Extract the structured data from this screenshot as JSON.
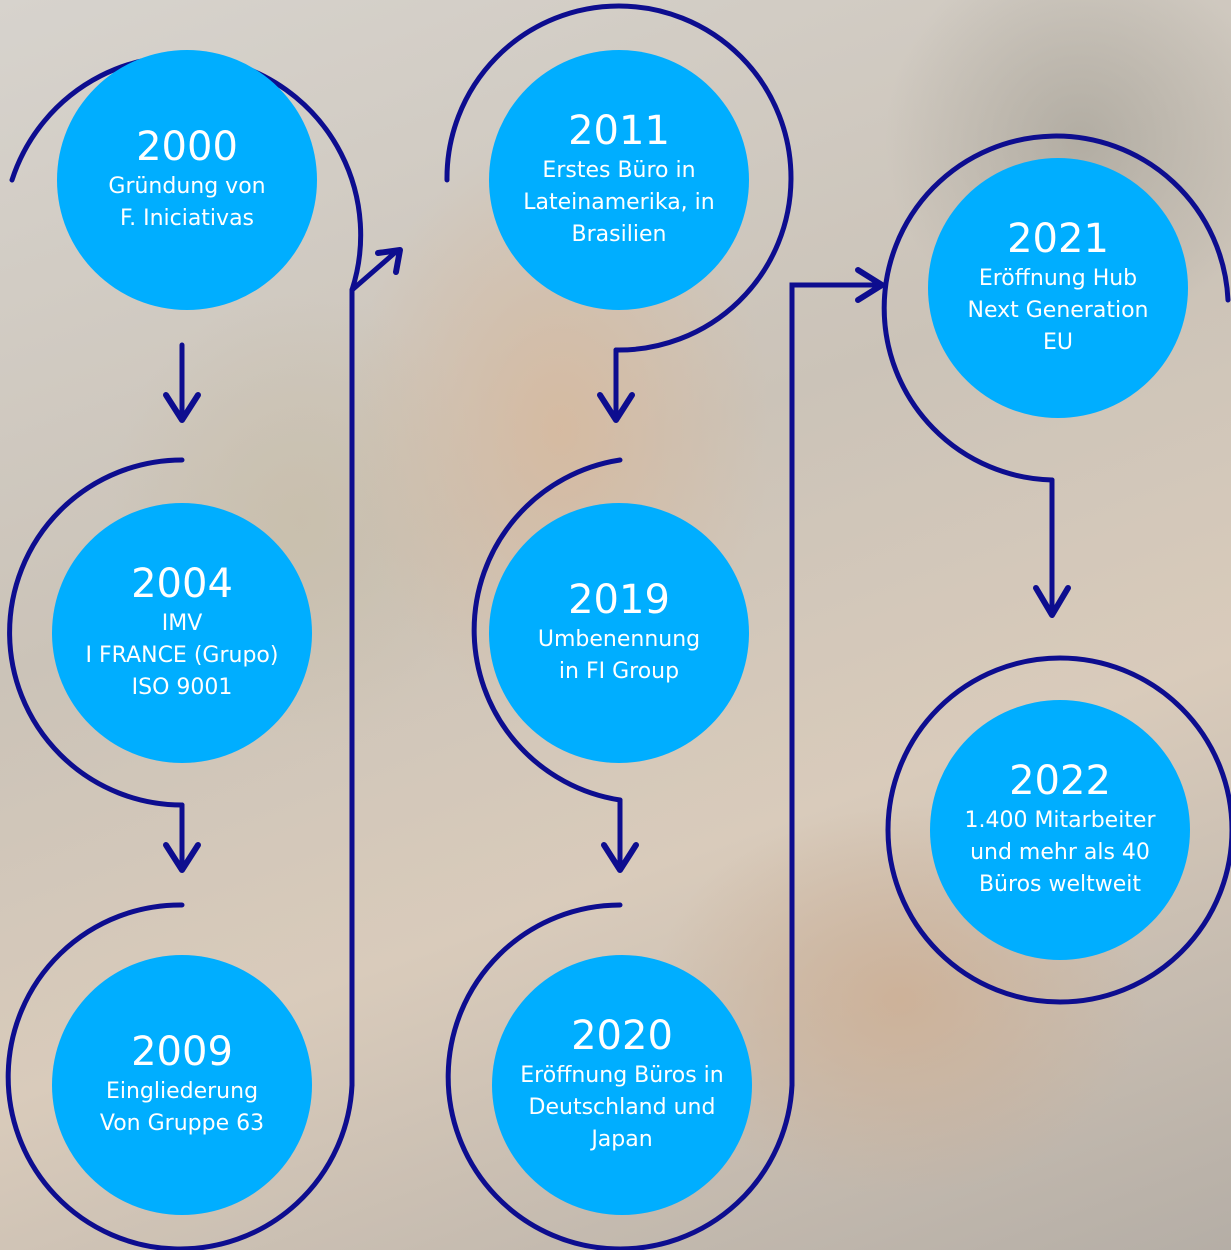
{
  "timeline": {
    "milestones": [
      {
        "year": "2000",
        "text": "Gründung von\nF. Iniciativas"
      },
      {
        "year": "2004",
        "text": "IMV\nI FRANCE (Grupo)\nISO 9001"
      },
      {
        "year": "2009",
        "text": "Eingliederung\nVon Gruppe 63"
      },
      {
        "year": "2011",
        "text": "Erstes Büro in\nLateinamerika, in\nBrasilien"
      },
      {
        "year": "2019",
        "text": "Umbenennung\nin FI Group"
      },
      {
        "year": "2020",
        "text": "Eröffnung Büros in\nDeutschland und\nJapan"
      },
      {
        "year": "2021",
        "text": "Eröffnung Hub\nNext Generation\nEU"
      },
      {
        "year": "2022",
        "text": "1.400 Mitarbeiter\nund mehr als 40\nBüros weltweit"
      }
    ]
  },
  "colors": {
    "circle_fill": "#00aeff",
    "connector_line": "#0d0d8f",
    "text": "#ffffff"
  }
}
